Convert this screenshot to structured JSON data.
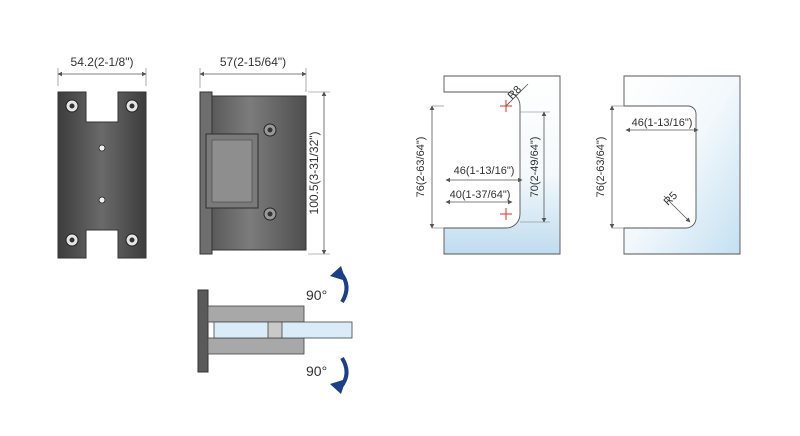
{
  "labels": {
    "plate_width": "54.2(2-1/8\")",
    "body_width": "57(2-15/64\")",
    "body_height": "100.5(3-31/32\")",
    "angle_top": "90°",
    "angle_bottom": "90°",
    "cutout_a_radius": "R8",
    "cutout_a_height": "76(2-63/64\")",
    "cutout_a_inner_height": "70(2-49/64\")",
    "cutout_a_depth": "46(1-13/16\")",
    "cutout_a_inner_depth": "40(1-37/64\")",
    "cutout_b_height": "76(2-63/64\")",
    "cutout_b_depth": "46(1-13/16\")",
    "cutout_b_radius": "R5"
  },
  "colors": {
    "metal_dark": "#4a4a4a",
    "metal_mid": "#8c8c8c",
    "metal_light": "#d0d0d0",
    "glass": "#cfe6f3",
    "cross": "#e03030",
    "arrow": "#1c3f8a"
  }
}
